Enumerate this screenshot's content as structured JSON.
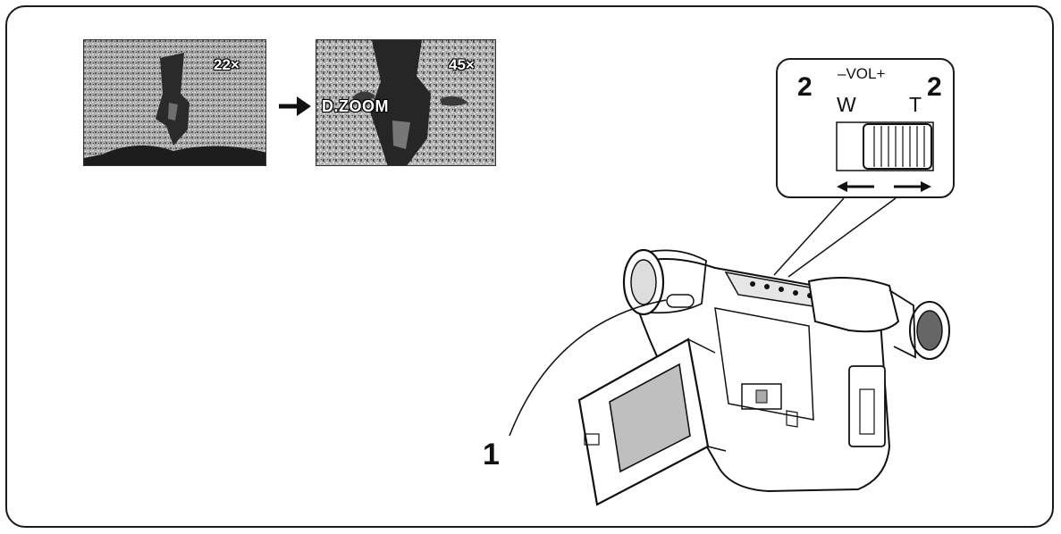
{
  "thumbnails": {
    "before": {
      "zoom_text": "22×"
    },
    "after": {
      "zoom_text": "45×",
      "mode_text": "D.ZOOM"
    }
  },
  "zoom_lever": {
    "volume_label": "–VOL+",
    "wide_label": "W",
    "tele_label": "T",
    "callout_left_number": "2",
    "callout_right_number": "2"
  },
  "callouts": {
    "item_1": "1"
  },
  "icons": [
    "right-arrow-icon",
    "left-arrow-icon",
    "camcorder-illustration"
  ],
  "colors": {
    "line": "#1a1a1a",
    "background": "#ffffff",
    "screen_gray": "#9a9a9a"
  }
}
